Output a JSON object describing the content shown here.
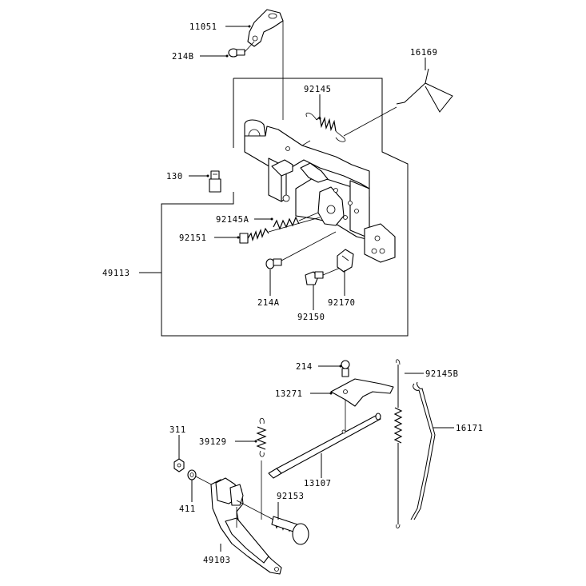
{
  "labels": {
    "p11051": "11051",
    "p214B": "214B",
    "p16169": "16169",
    "p92145": "92145",
    "p130": "130",
    "p92145A": "92145A",
    "p92151": "92151",
    "p49113": "49113",
    "p214A": "214A",
    "p92170": "92170",
    "p92150": "92150",
    "p214": "214",
    "p92145B": "92145B",
    "p13271": "13271",
    "p16171": "16171",
    "p311": "311",
    "p39129": "39129",
    "p13107": "13107",
    "p411": "411",
    "p92153": "92153",
    "p49103": "49103"
  }
}
